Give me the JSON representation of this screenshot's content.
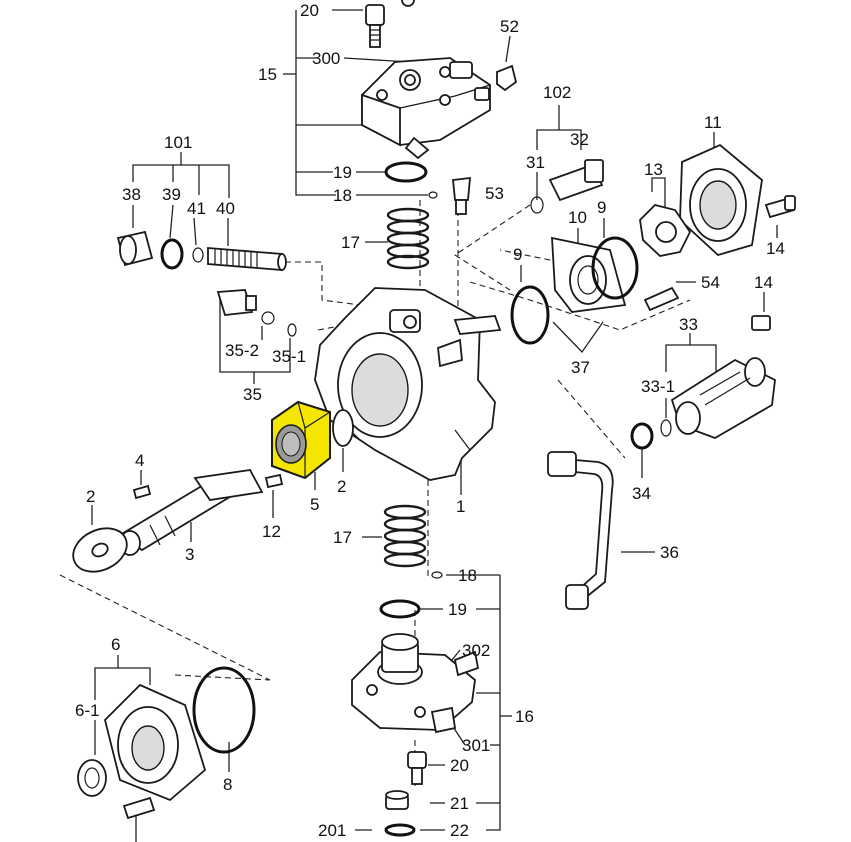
{
  "highlight_color": "#f5e600",
  "labels": {
    "l20a": "20",
    "l52": "52",
    "l15": "15",
    "l300": "300",
    "l101": "101",
    "l38": "38",
    "l39": "39",
    "l41": "41",
    "l40": "40",
    "l19a": "19",
    "l18a": "18",
    "l53": "53",
    "l17a": "17",
    "l102": "102",
    "l32": "32",
    "l31": "31",
    "l11": "11",
    "l13": "13",
    "l10": "10",
    "l9a": "9",
    "l9b": "9",
    "l14a": "14",
    "l14b": "14",
    "l54": "54",
    "l33": "33",
    "l33_1": "33-1",
    "l37": "37",
    "l35_2": "35-2",
    "l35_1": "35-1",
    "l35": "35",
    "l34": "34",
    "l36": "36",
    "l4": "4",
    "l2a": "2",
    "l2b": "2",
    "l5": "5",
    "l1": "1",
    "l12": "12",
    "l3": "3",
    "l17b": "17",
    "l18b": "18",
    "l19b": "19",
    "l302": "302",
    "l6": "6",
    "l6_1": "6-1",
    "l16": "16",
    "l8": "8",
    "l301": "301",
    "l20b": "20",
    "l21": "21",
    "l201": "201",
    "l22": "22"
  }
}
